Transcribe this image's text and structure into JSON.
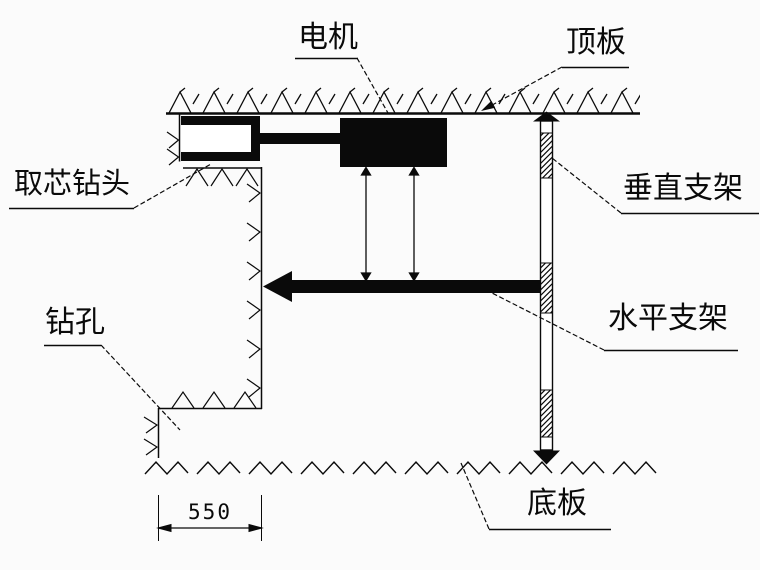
{
  "diagram": {
    "type": "engineering-section-drawing",
    "labels": {
      "motor": "电机",
      "roof": "顶板",
      "core_bit": "取芯钻头",
      "vertical_support": "垂直支架",
      "borehole": "钻孔",
      "horizontal_support": "水平支架",
      "floor": "底板"
    },
    "dimension": {
      "value": "550"
    },
    "colors": {
      "ink": "#0a0a0a",
      "background": "#fbfbfb"
    }
  }
}
